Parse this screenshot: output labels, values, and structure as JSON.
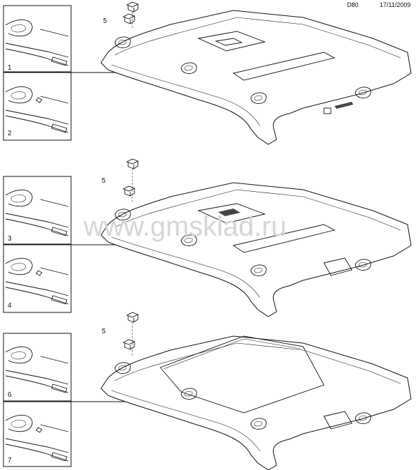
{
  "header": {
    "code": "D80",
    "date": "17/11/2009"
  },
  "watermark": "www.gmsklad.ru",
  "callouts": {
    "c1": "1",
    "c2": "2",
    "c3": "3",
    "c4": "4",
    "c5a": "5",
    "c5b": "5",
    "c5c": "5",
    "c6": "6",
    "c7": "7"
  }
}
